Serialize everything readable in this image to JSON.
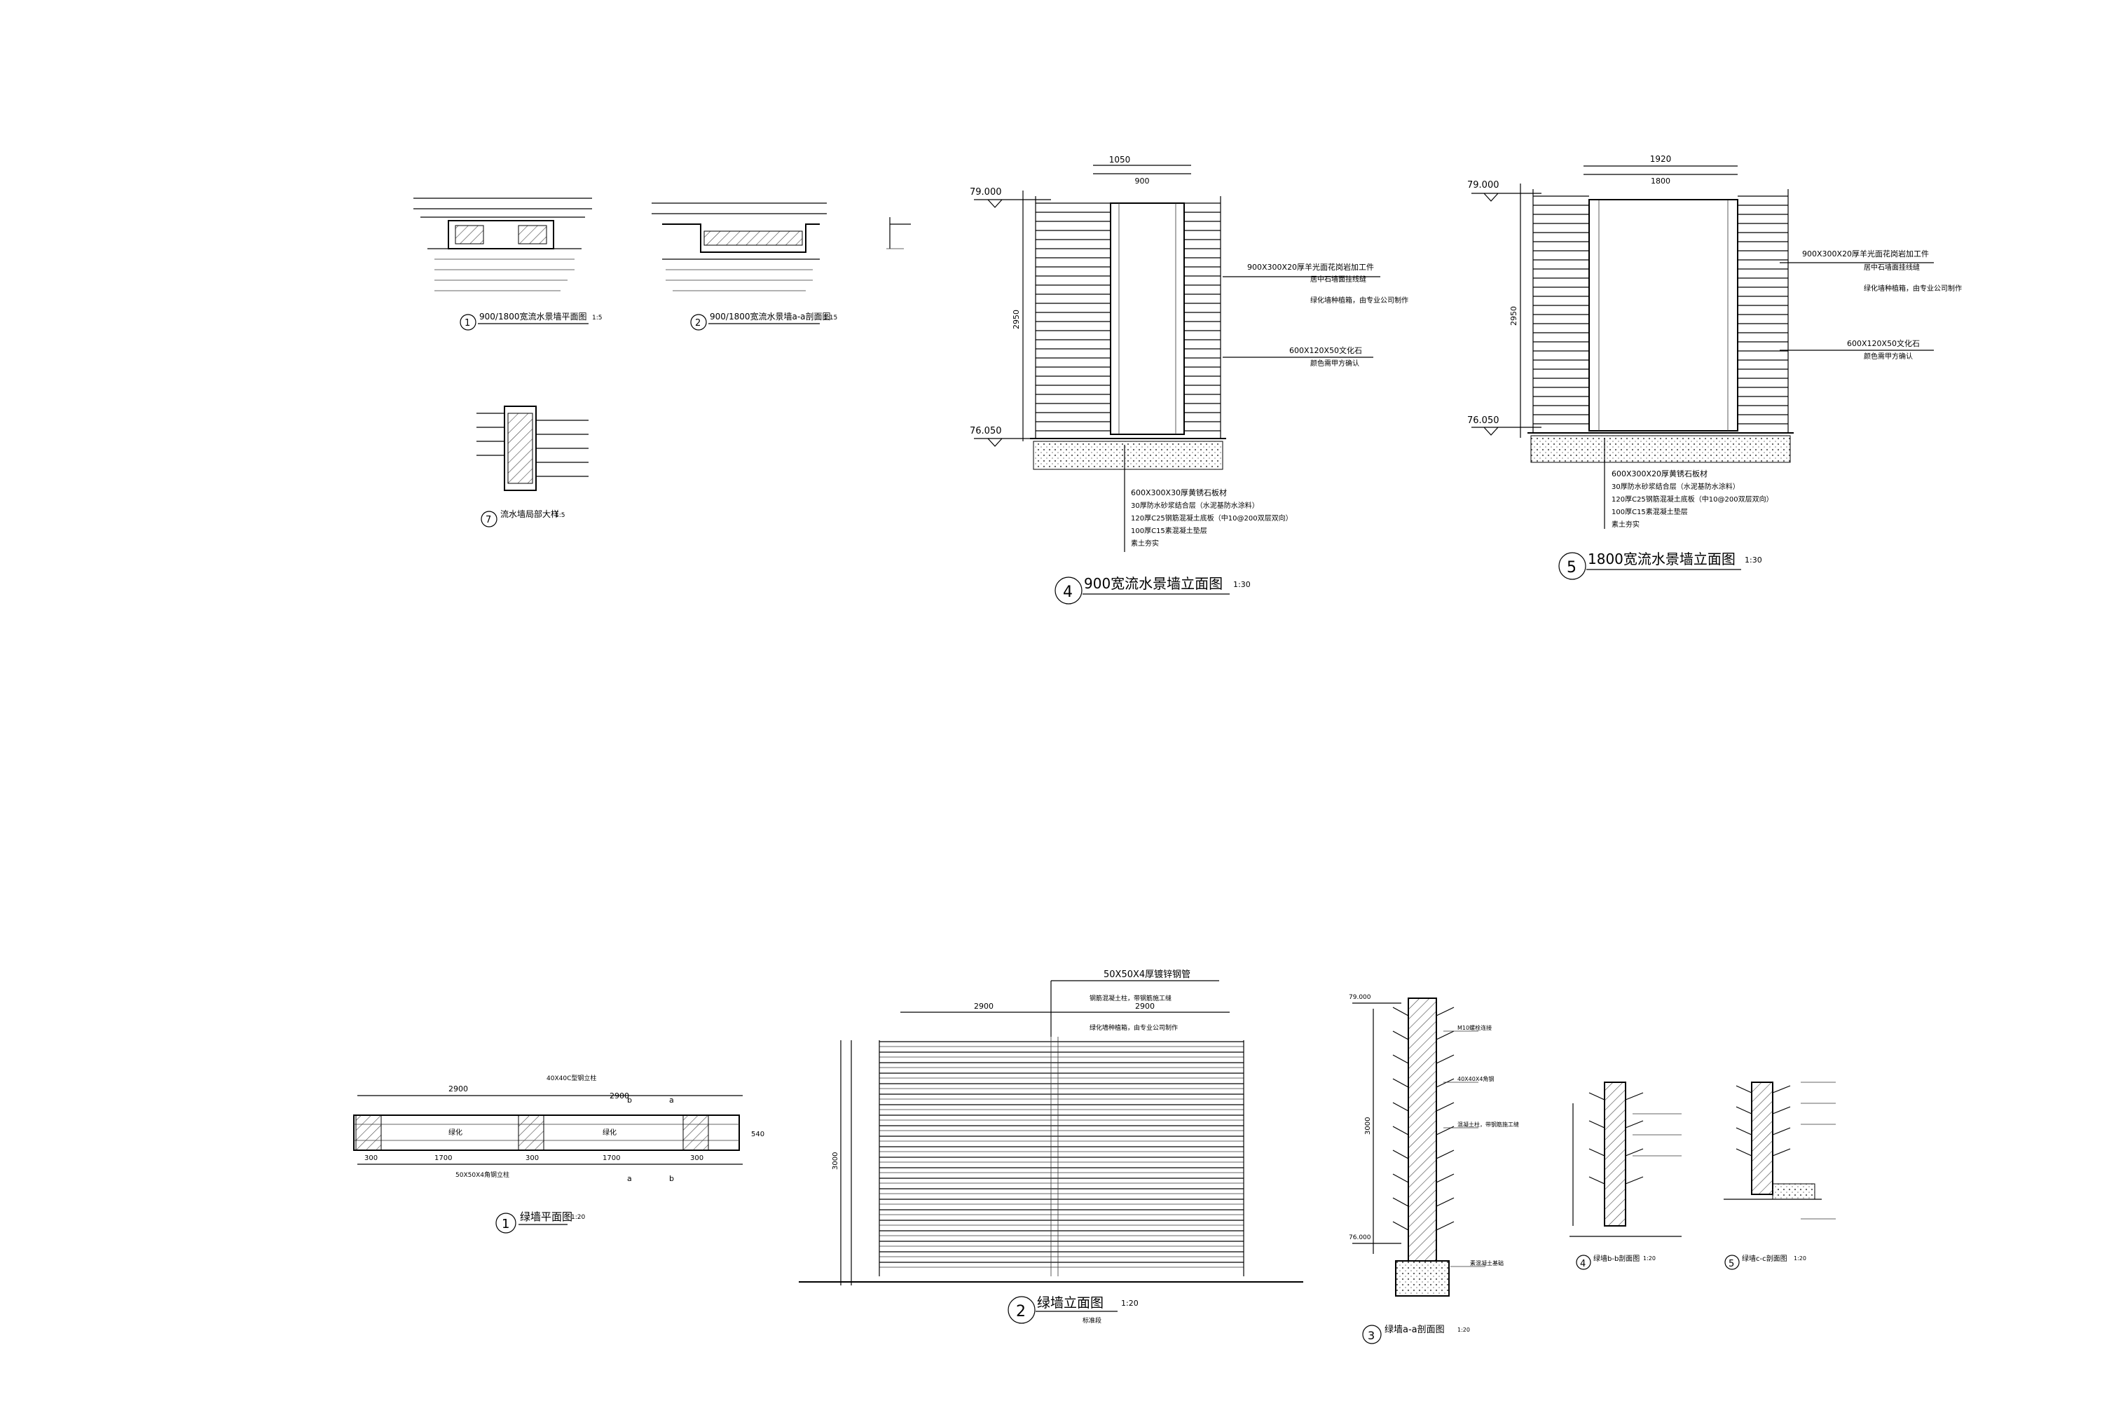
{
  "top": {
    "d1": {
      "num": "1",
      "title": "900/1800宽流水景墙平面图",
      "scale": "1:5"
    },
    "d2": {
      "num": "2",
      "title": "900/1800宽流水景墙a-a剖面图",
      "scale": "1:15"
    },
    "d7": {
      "num": "7",
      "title": "流水墙局部大样",
      "scale": "1:5"
    },
    "d4": {
      "num": "4",
      "title": "900宽流水景墙立面图",
      "scale": "1:30",
      "elev_top": "79.000",
      "elev_bottom": "76.050",
      "dim_outer": "1050",
      "dim_inner": "900",
      "dim_height": "2950",
      "note1": "900X300X20厚羊光面花岗岩加工件",
      "note1b": "居中石墙面挂线缝",
      "note2": "绿化墙种植箱，由专业公司制作",
      "note3": "600X120X50文化石",
      "note3b": "颜色需甲方确认",
      "layers": [
        "600X300X30厚黄锈石板材",
        "30厚防水砂浆结合层（水泥基防水涂料）",
        "120厚C25钢筋混凝土底板（中10@200双层双向）",
        "100厚C15素混凝土垫层",
        "素土夯实"
      ]
    },
    "d5": {
      "num": "5",
      "title": "1800宽流水景墙立面图",
      "scale": "1:30",
      "elev_top": "79.000",
      "elev_bottom": "76.050",
      "dim_outer": "1920",
      "dim_inner": "1800",
      "dim_height": "2950",
      "note1": "900X300X20厚羊光面花岗岩加工件",
      "note1b": "居中石墙面挂线缝",
      "note2": "绿化墙种植箱，由专业公司制作",
      "note3": "600X120X50文化石",
      "note3b": "颜色需甲方确认",
      "layers": [
        "600X300X20厚黄锈石板材",
        "30厚防水砂浆结合层（水泥基防水涂料）",
        "120厚C25钢筋混凝土底板（中10@200双层双向）",
        "100厚C15素混凝土垫层",
        "素土夯实"
      ]
    }
  },
  "bottom": {
    "p1": {
      "num": "1",
      "title": "绿墙平面图",
      "scale": "1:20",
      "dims_top": [
        "2900",
        "2900"
      ],
      "dims_bottom": [
        "300",
        "1700",
        "300",
        "1700",
        "300"
      ],
      "dim_side": "540",
      "section_a": "a",
      "section_b": "b",
      "note_top": "40X40C型钢立柱",
      "note_bottom": "50X50X4角钢立柱",
      "label_green": "绿化"
    },
    "p2": {
      "num": "2",
      "title": "绿墙立面图",
      "scale": "1:20",
      "sub": "标准段",
      "note1": "50X50X4厚镀锌钢管",
      "note2": "钢筋混凝土柱，带钢筋施工缝",
      "note3": "绿化墙种植箱，由专业公司制作",
      "dims": [
        "2900",
        "2900"
      ],
      "dim_h": "3000"
    },
    "p3": {
      "num": "3",
      "title": "绿墙a-a剖面图",
      "scale": "1:20",
      "elev_top": "79.000",
      "elev_bottom": "76.000",
      "dim_h": "3000",
      "notes": [
        "M10螺栓连接",
        "40X40X4角钢",
        "混凝土柱，带钢筋施工缝",
        "素混凝土基础"
      ]
    },
    "p4": {
      "num": "4",
      "title": "绿墙b-b剖面图",
      "scale": "1:20"
    },
    "p5": {
      "num": "5",
      "title": "绿墙c-c剖面图",
      "scale": "1:20"
    }
  }
}
